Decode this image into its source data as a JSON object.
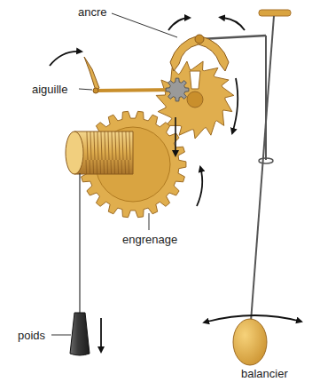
{
  "diagram": {
    "labels": [
      "ancre",
      "aiguille",
      "engrenage",
      "poids",
      "balancier"
    ]
  }
}
